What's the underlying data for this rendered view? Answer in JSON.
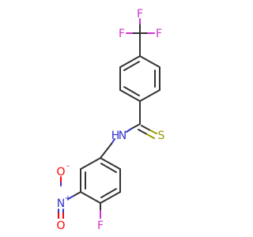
{
  "molecule": {
    "atoms": {
      "f_top": "F",
      "f_left": "F",
      "f_right": "F",
      "n_amide": "N",
      "h_amide": "H",
      "s_thio": "S",
      "n_nitro": "N",
      "n_nitro_charge": "+",
      "o_nitro_top": "O",
      "o_nitro_top_charge": "-",
      "o_nitro_bottom": "O",
      "f_ring": "F"
    },
    "colors": {
      "fluorine": "#cc33cc",
      "nitrogen": "#3333cc",
      "sulfur": "#999900",
      "oxygen": "#ff0000",
      "bond": "#333333"
    }
  }
}
